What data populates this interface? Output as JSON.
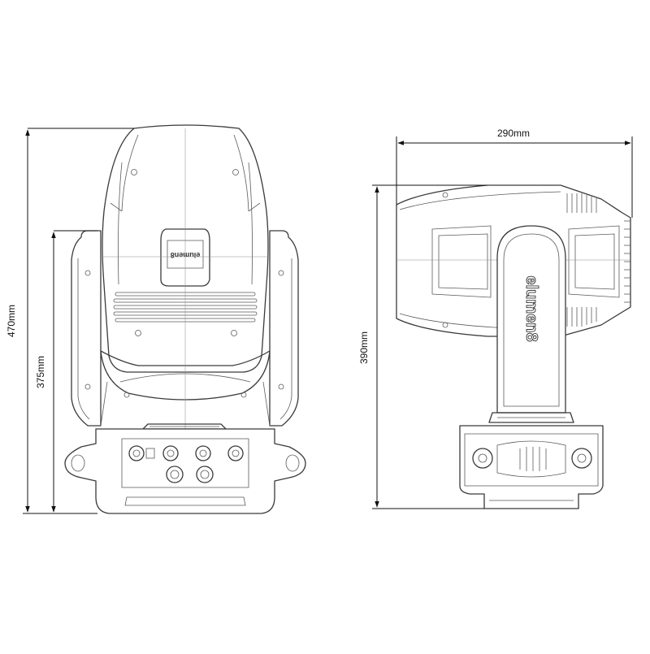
{
  "dimensions": {
    "front_total_height": "470mm",
    "front_base_height": "375mm",
    "side_width": "290mm",
    "side_height": "390mm"
  },
  "brand": {
    "front_logo": "elumen8",
    "side_logo": "elumen8"
  },
  "colors": {
    "line": "#3a3a3a",
    "dimension": "#111111",
    "background": "#ffffff"
  }
}
